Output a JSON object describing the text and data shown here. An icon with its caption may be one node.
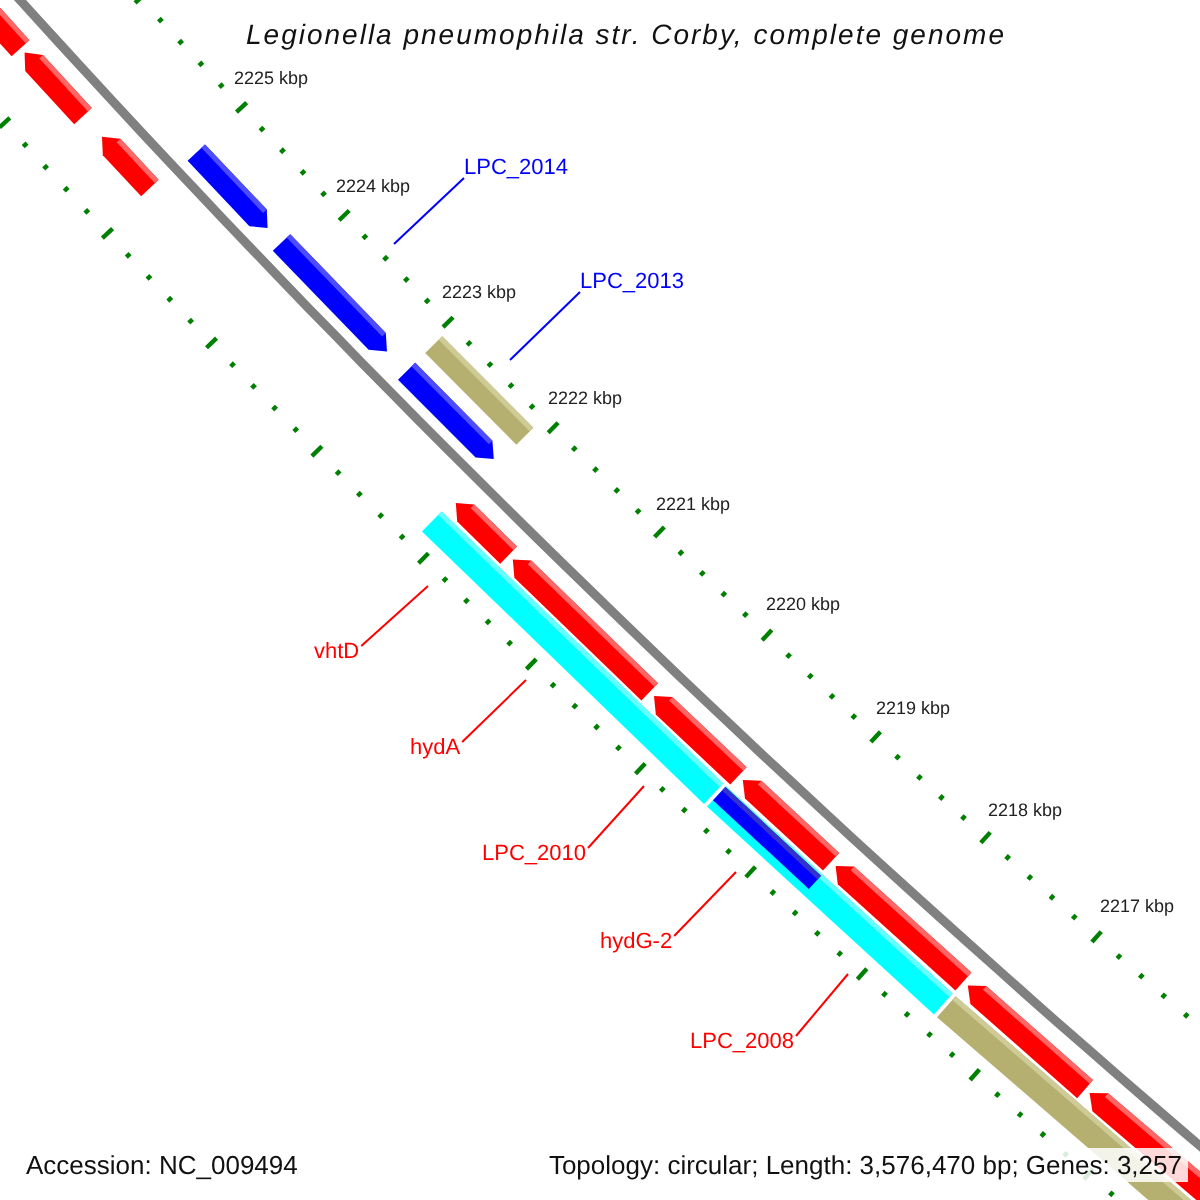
{
  "diagram": {
    "title": "Legionella pneumophila str. Corby, complete genome",
    "nodes": [
      {
        "text": [
          "LPC_2014"
        ]
      },
      {
        "text": [
          "LPC_2013"
        ]
      },
      {
        "text": [
          "vhtD"
        ]
      },
      {
        "text": [
          "hydA"
        ]
      },
      {
        "text": [
          "LPC_2010"
        ]
      },
      {
        "text": [
          "hydG-2"
        ]
      },
      {
        "text": [
          "LPC_2008"
        ]
      }
    ],
    "edges": [
      {
        "from": 0,
        "to": null,
        "arrow": "none",
        "color": "#0000ff"
      },
      {
        "from": 1,
        "to": null,
        "arrow": "none",
        "color": "#0000ff"
      },
      {
        "from": 2,
        "to": null,
        "arrow": "none"
      },
      {
        "from": 3,
        "to": null,
        "arrow": "none"
      },
      {
        "from": 4,
        "to": null,
        "arrow": "none"
      },
      {
        "from": 5,
        "to": null,
        "arrow": "none"
      },
      {
        "from": 6,
        "to": null,
        "arrow": "none"
      }
    ],
    "labels": [
      "2225 kbp",
      "2224 kbp",
      "2223 kbp",
      "2222 kbp",
      "2221 kbp",
      "2220 kbp",
      "2219 kbp",
      "2218 kbp",
      "2217 kbp",
      "Accession: NC_009494",
      "Topology: circular; Length: 3,576,470 bp; Genes: 3,257"
    ]
  }
}
